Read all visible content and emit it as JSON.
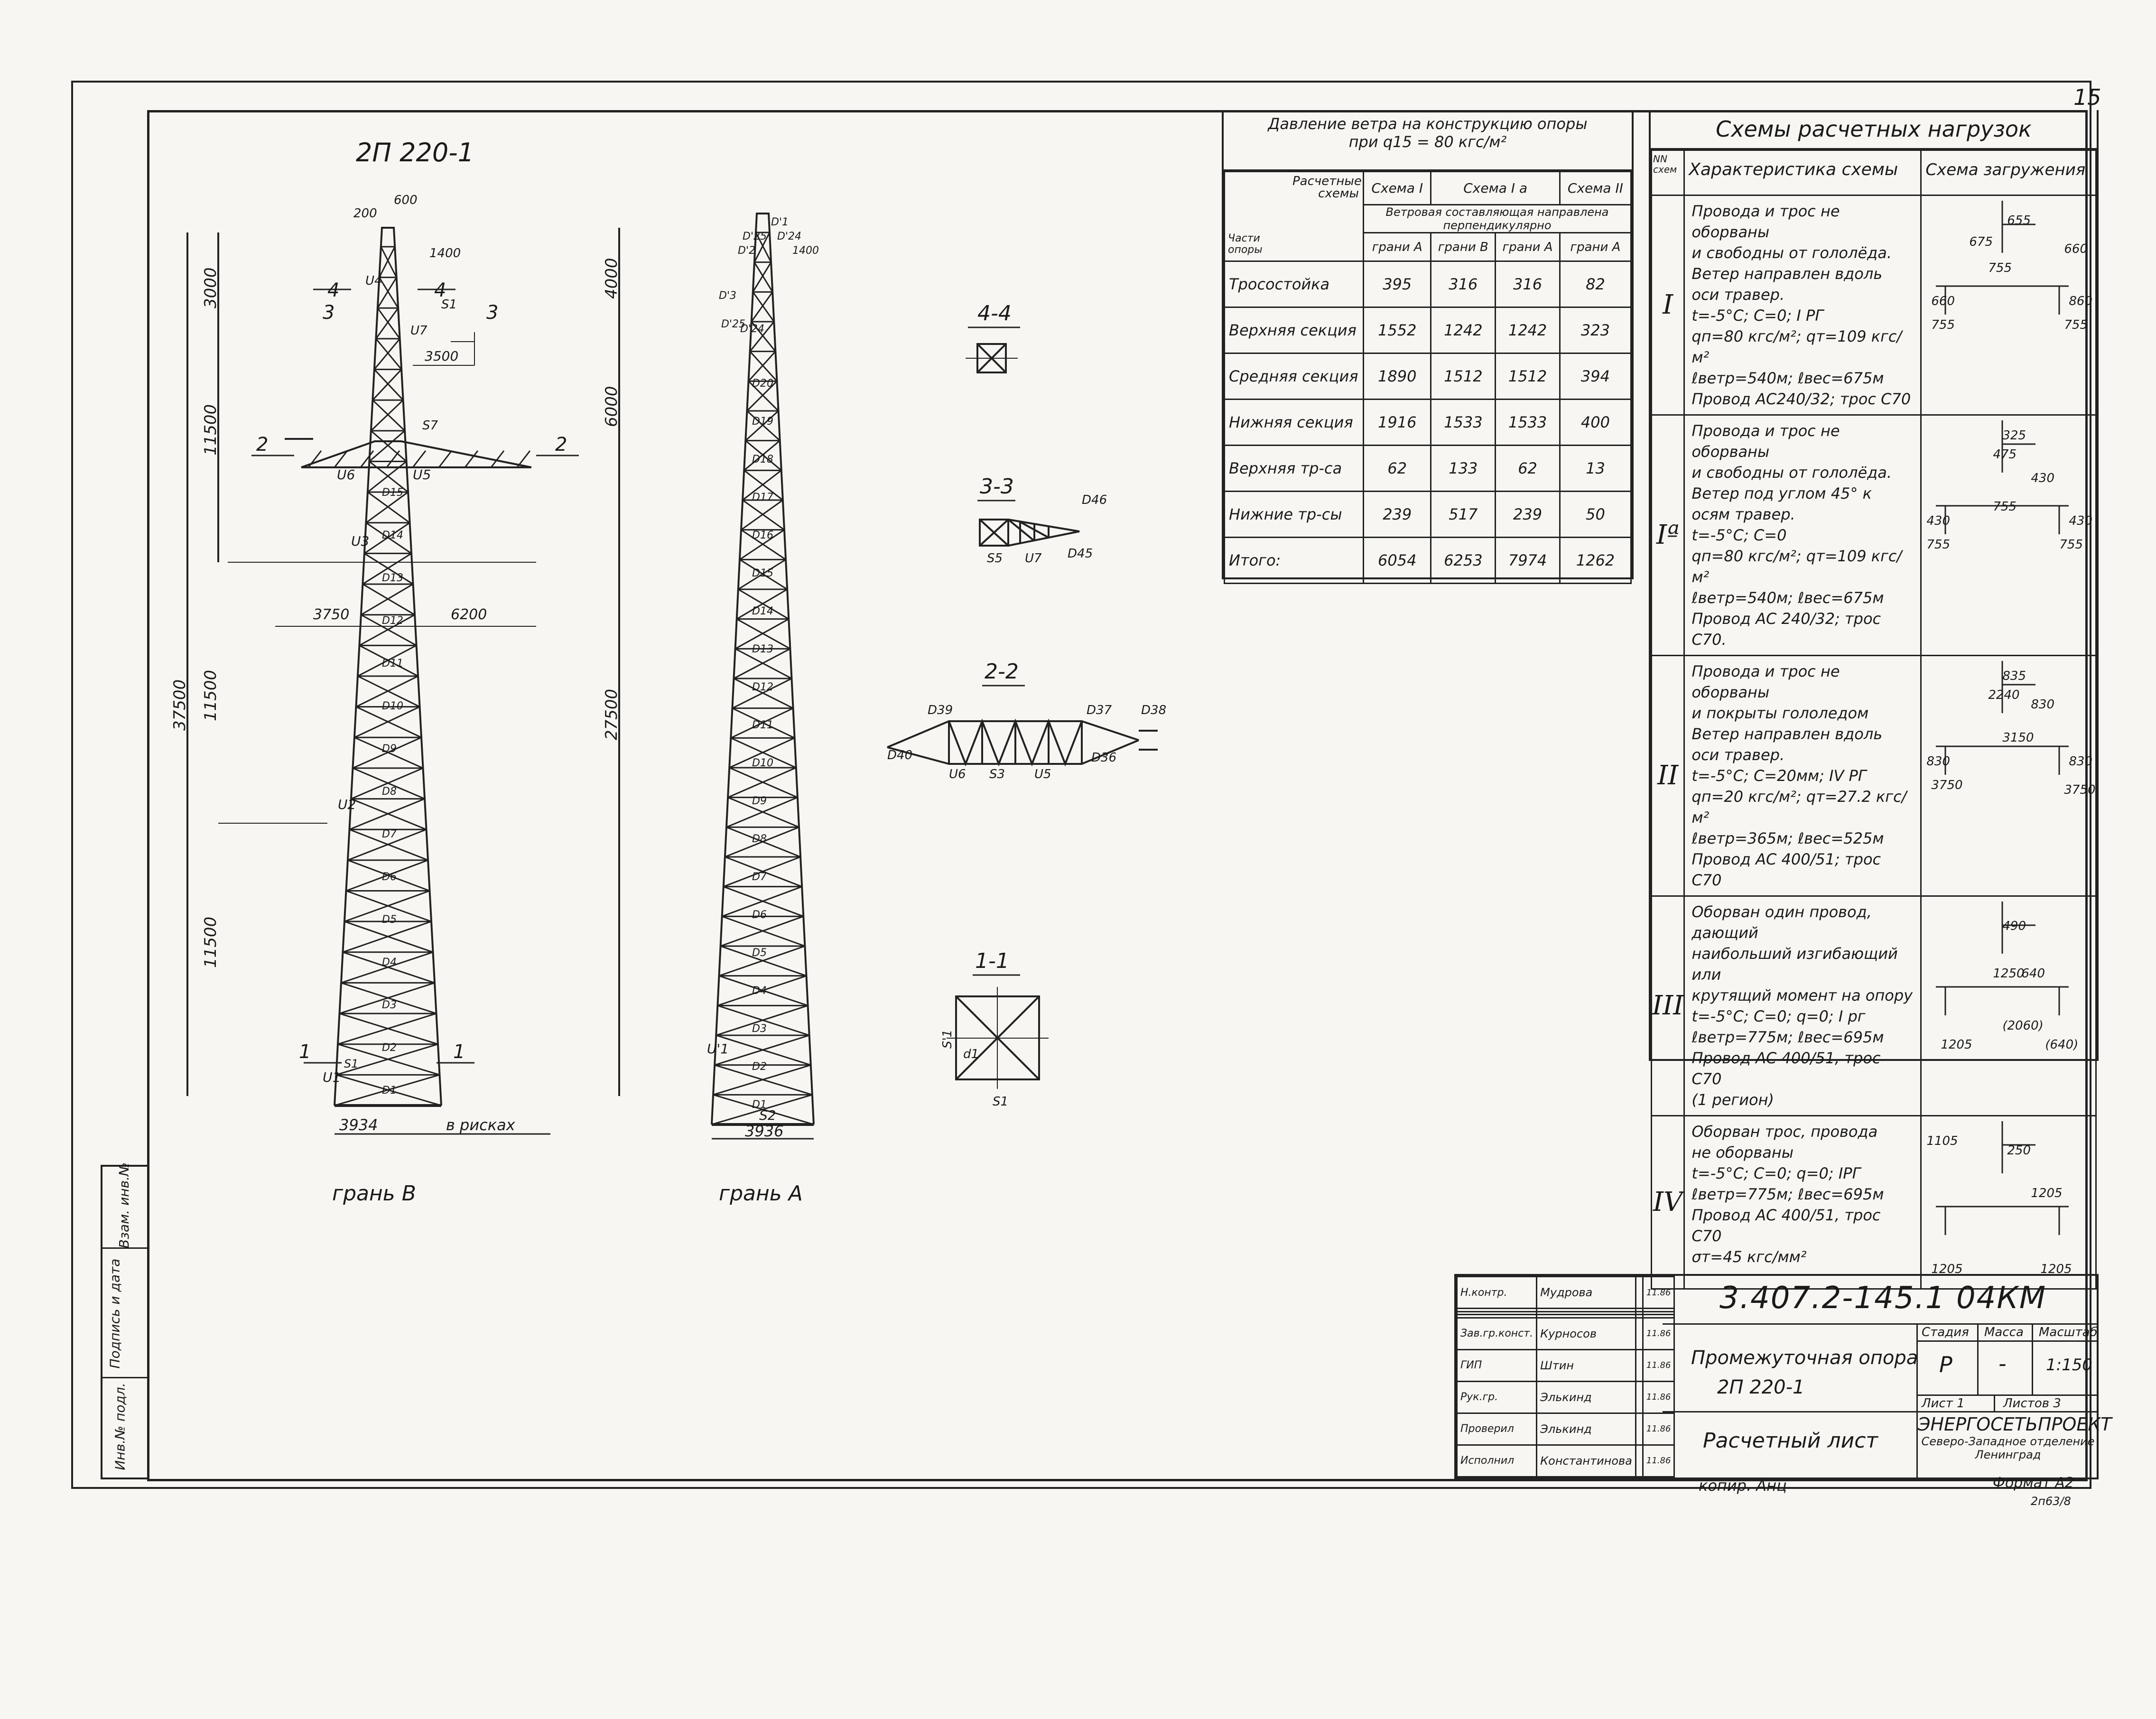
{
  "sheet_no": "15",
  "left_strip": [
    "Инв.№ подл.",
    "Подпись и дата",
    "Взам. инв.№"
  ],
  "view_b": {
    "title": "2П 220-1",
    "caption": "грань В",
    "dims_left": [
      "3000",
      "11500",
      "11500",
      "11500"
    ],
    "dim_total": "37500",
    "dims_right": [
      "4000",
      "6000",
      "27500"
    ],
    "top_dims": [
      "200",
      "600",
      "1400"
    ],
    "arm_dims": [
      "3500",
      "3750",
      "6200"
    ],
    "base_dims": [
      "3934",
      "в рисках"
    ],
    "labels": [
      "4",
      "4",
      "3",
      "3",
      "2",
      "2",
      "1",
      "1",
      "U4",
      "U7",
      "S1",
      "S7",
      "U6",
      "U5",
      "U3",
      "U2",
      "U1",
      "S1",
      "D1",
      "D2",
      "D3",
      "D4",
      "D5",
      "D6",
      "D7",
      "D8",
      "D9",
      "D10",
      "D11",
      "D12",
      "D13",
      "D14",
      "D15"
    ]
  },
  "view_a": {
    "caption": "грань А",
    "labels": [
      "D'1",
      "D'25",
      "D'24",
      "1400",
      "D'2",
      "D'3",
      "D'25",
      "D'24",
      "U'1",
      "S2",
      "D1",
      "D2",
      "D3",
      "D4",
      "D5",
      "D6",
      "D7",
      "D8",
      "D9",
      "D10",
      "D11",
      "D12",
      "D13",
      "D14",
      "D15",
      "D16",
      "D17",
      "D18",
      "D19",
      "D20"
    ],
    "base_dim": "3936"
  },
  "sections": [
    {
      "title": "4-4"
    },
    {
      "title": "3-3",
      "labels": [
        "D46",
        "S5",
        "U7",
        "D45"
      ]
    },
    {
      "title": "2-2",
      "labels": [
        "D36",
        "D37",
        "D38",
        "D40",
        "U6",
        "S3",
        "U5",
        "D39"
      ]
    },
    {
      "title": "1-1",
      "labels": [
        "S1",
        "S'1",
        "d1"
      ]
    }
  ],
  "wind_table": {
    "title1": "Давление ветра на конструкцию опоры",
    "title2": "при q15 = 80 кгс/м²",
    "h_parts": "Части опоры",
    "h_calc": "Расчетные схемы",
    "h_s1": "Схема I",
    "h_s1a": "Схема I a",
    "h_s2": "Схема II",
    "h_note": "Ветровая составляющая направлена перпендикулярно",
    "h_faces": [
      "грани А",
      "грани В",
      "грани А",
      "грани А"
    ],
    "rows": [
      {
        "name": "Тросостойка",
        "v": [
          "395",
          "316",
          "316",
          "82"
        ]
      },
      {
        "name": "Верхняя секция",
        "v": [
          "1552",
          "1242",
          "1242",
          "323"
        ]
      },
      {
        "name": "Средняя секция",
        "v": [
          "1890",
          "1512",
          "1512",
          "394"
        ]
      },
      {
        "name": "Нижняя секция",
        "v": [
          "1916",
          "1533",
          "1533",
          "400"
        ]
      },
      {
        "name": "Верхняя тр-са",
        "v": [
          "62",
          "133",
          "62",
          "13"
        ]
      },
      {
        "name": "Нижние тр-сы",
        "v": [
          "239",
          "517",
          "239",
          "50"
        ]
      },
      {
        "name": "Итого:",
        "v": [
          "6054",
          "6253",
          "7974",
          "1262"
        ]
      }
    ]
  },
  "loads_table": {
    "title": "Схемы расчетных нагрузок",
    "h_no": "NN схем",
    "h_char": "Характеристика схемы",
    "h_loads": "Схема загружения",
    "rows": [
      {
        "no": "I",
        "lines": [
          "Провода и трос не оборваны",
          "и свободны от гололёда.",
          "Ветер направлен вдоль оси травер.",
          "t=-5°C; C=0; I РГ",
          "qп=80 кгс/м²; qт=109 кгс/м²",
          "ℓветр=540м; ℓвес=675м",
          "Провод АС240/32; трос С70"
        ],
        "nums": [
          "655",
          "675",
          "660",
          "755",
          "660",
          "755",
          "860",
          "755"
        ]
      },
      {
        "no": "Iª",
        "lines": [
          "Провода и трос не оборваны",
          "и свободны от гололёда.",
          "Ветер под углом 45° к осям травер.",
          "t=-5°C; C=0",
          "qп=80 кгс/м²; qт=109 кгс/м²",
          "ℓветр=540м; ℓвес=675м",
          "Провод АС 240/32; трос С70."
        ],
        "nums": [
          "325",
          "475",
          "430",
          "755",
          "430",
          "755",
          "430",
          "755"
        ]
      },
      {
        "no": "II",
        "lines": [
          "Провода и трос не оборваны",
          "и покрыты гололедом",
          "Ветер направлен вдоль оси травер.",
          "t=-5°C; C=20мм; IV РГ",
          "qп=20 кгс/м²; qт=27.2 кгс/м²",
          "ℓветр=365м; ℓвес=525м",
          "Провод АС 400/51; трос С70"
        ],
        "nums": [
          "835",
          "2240",
          "830",
          "3150",
          "830",
          "3750",
          "830",
          "3750"
        ]
      },
      {
        "no": "III",
        "lines": [
          "Оборван один провод, дающий",
          "наибольший изгибающий или",
          "крутящий момент на опору",
          "t=-5°C; C=0; q=0; I рг",
          "ℓветр=775м; ℓвес=695м",
          "Провод АС 400/51, трос С70",
          "(1 регион)"
        ],
        "nums": [
          "490",
          "1250",
          "640",
          "1205",
          "(2060)",
          "(640)"
        ]
      },
      {
        "no": "IV",
        "lines": [
          "Оборван трос, провода",
          "не оборваны",
          "t=-5°C; C=0; q=0; IРГ",
          "ℓветр=775м; ℓвес=695м",
          "Провод АС 400/51, трос С70",
          "σт=45 кгс/мм²"
        ],
        "nums": [
          "1105",
          "250",
          "1205",
          "1205",
          "1205"
        ]
      }
    ]
  },
  "title_block": {
    "code": "3.407.2-145.1 04КМ",
    "name1": "Промежуточная опора",
    "name2": "2П 220-1",
    "sheet_name": "Расчетный лист",
    "h_stage": "Стадия",
    "h_mass": "Масса",
    "h_scale": "Масштаб",
    "stage": "Р",
    "mass": "-",
    "scale": "1:150",
    "sheet": "Лист 1",
    "sheets": "Листов 3",
    "org1": "ЭНЕРГОСЕТЬПРОЕКТ",
    "org2": "Северо-Западное отделение",
    "org3": "Ленинград",
    "roles": [
      {
        "role": "Н.контр.",
        "name": "Мудрова"
      },
      {
        "role": "Зав.гр.конст.",
        "name": "Курносов"
      },
      {
        "role": "ГИП",
        "name": "Штин"
      },
      {
        "role": "Рук.гр.",
        "name": "Элькинд"
      },
      {
        "role": "Проверил",
        "name": "Элькинд"
      },
      {
        "role": "Исполнил",
        "name": "Константинова"
      }
    ],
    "date": "11.86",
    "copy": "копир. Анц",
    "format": "Формат А2",
    "ref": "2п63/8"
  }
}
